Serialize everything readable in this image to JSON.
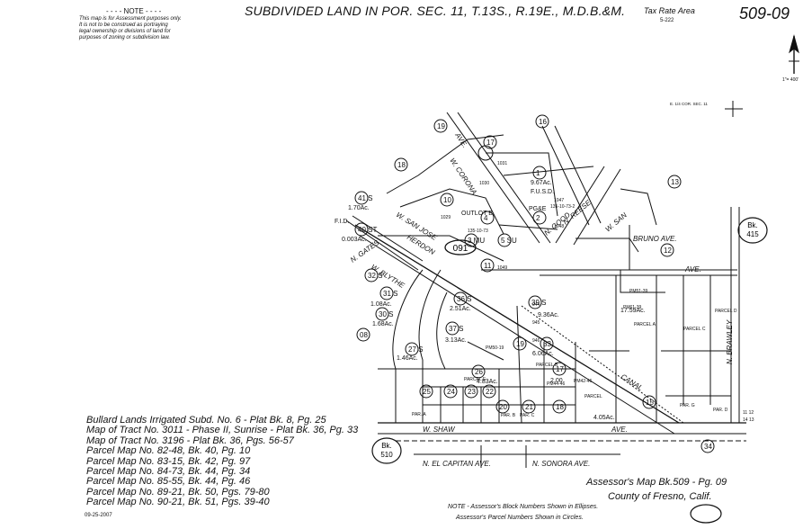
{
  "note": {
    "title": "- - - -  NOTE  - - - -",
    "lines": [
      "This map is for Assessment purposes only.",
      "It is not to be construed as portraying",
      "legal ownership or divisions of land for",
      "purposes of zoning or subdivision law."
    ]
  },
  "header": {
    "title": "SUBDIVIDED LAND IN POR. SEC. 11, T.13S., R.19E., M.D.B.&M.",
    "tax_rate_area_label": "Tax Rate Area",
    "tax_rate_area_value": "5-222",
    "map_number": "509-09"
  },
  "scale": "1\"= 400'",
  "corner_label": "E. 1/4 COR. SEC. 11",
  "blocks": [
    "091"
  ],
  "book_references": [
    {
      "label": "Bk.",
      "value": "415"
    },
    {
      "label": "Bk.",
      "value": "510"
    }
  ],
  "streets": [
    "W. CORONA",
    "AVE.",
    "W. SAN JOSE",
    "HERDON",
    "N. GATES",
    "W. BLYTHE",
    "N. BRAWLEY",
    "W. SHAW",
    "AVE.",
    "CANAL",
    "BRUNO AVE.",
    "N. REESE",
    "N. GOOD",
    "N. EL CAPITAN AVE.",
    "N. SONORA AVE.",
    "W. SAN"
  ],
  "parcels": [
    {
      "num": "19"
    },
    {
      "num": "17"
    },
    {
      "num": "16"
    },
    {
      "num": "18"
    },
    {
      "num": "13"
    },
    {
      "num": "12"
    },
    {
      "num": "10"
    },
    {
      "num": "11"
    },
    {
      "num": "08"
    },
    {
      "num": "1"
    },
    {
      "num": "2"
    },
    {
      "num": "4"
    },
    {
      "num": "3",
      "text": "3 MU"
    },
    {
      "num": "5",
      "text": "5 SU"
    },
    {
      "num": "41",
      "text": "41 S"
    },
    {
      "num": "40",
      "text": "40 ST"
    },
    {
      "num": "32",
      "text": "32 S"
    },
    {
      "num": "31",
      "text": "31 S"
    },
    {
      "num": "30",
      "text": "30 S"
    },
    {
      "num": "36",
      "text": "36 S"
    },
    {
      "num": "37",
      "text": "37 S"
    },
    {
      "num": "39",
      "text": "39 S"
    },
    {
      "num": "33"
    },
    {
      "num": "27",
      "text": "27 S"
    },
    {
      "num": "19"
    },
    {
      "num": "26"
    },
    {
      "num": "25"
    },
    {
      "num": "24"
    },
    {
      "num": "23"
    },
    {
      "num": "22"
    },
    {
      "num": "21"
    },
    {
      "num": "20"
    },
    {
      "num": "18"
    },
    {
      "num": "17"
    },
    {
      "num": "15"
    },
    {
      "num": "34"
    }
  ],
  "acreages": [
    "9.67Ac.",
    "F.U.S.D.",
    "1.70Ac.",
    "0.003Ac.",
    "F.I.D.",
    "1.08Ac.",
    "1.68Ac.",
    "2.51Ac.",
    "3.13Ac.",
    "9.36Ac.",
    "17.59Ac.",
    "6.06Ac.",
    "4.83Ac.",
    "1.46Ac.",
    "2.00",
    "4.05Ac.",
    "PG&E",
    "OUTLOT B"
  ],
  "lot_labels": [
    "1031",
    "1030",
    "1029",
    "1047",
    "1048",
    "1049",
    "135-10-73",
    "135-10-73-2",
    "944",
    "945",
    "946",
    "PARCEL A",
    "PARCEL B",
    "PARCEL C",
    "PARCEL D",
    "PARCEL E",
    "PAR. B",
    "PAR. C",
    "PAR. A",
    "PAR. D",
    "PAR. G",
    "PARCEL",
    "PM44-46",
    "PM42-46",
    "PM50-19",
    "PM51-39",
    "PM61-39",
    "11 12",
    "14 13"
  ],
  "references": [
    "Bullard Lands Irrigated Subd. No. 6 - Plat Bk. 8, Pg. 25",
    "Map of Tract No. 3011 - Phase II, Sunrise - Plat Bk. 36, Pg. 33",
    "Map of Tract No. 3196 - Plat Bk. 36, Pgs. 56-57",
    "Parcel Map No. 82-48, Bk. 40, Pg. 10",
    "Parcel Map No. 83-15, Bk. 42, Pg. 97",
    "Parcel Map No. 84-73, Bk. 44, Pg. 34",
    "Parcel Map No. 85-55, Bk. 44, Pg. 46",
    "Parcel Map No. 89-21, Bk. 50, Pgs. 79-80",
    "Parcel Map No. 90-21, Bk. 51, Pgs. 39-40"
  ],
  "footer": {
    "line1": "Assessor's Map Bk.509 - Pg. 09",
    "line2": "County of Fresno, Calif.",
    "legend1": "NOTE - Assessor's Block Numbers Shown in Ellipses.",
    "legend2": "Assessor's Parcel Numbers Shown in Circles.",
    "date": "09-25-2007"
  },
  "colors": {
    "ink": "#111111",
    "paper": "#ffffff"
  }
}
